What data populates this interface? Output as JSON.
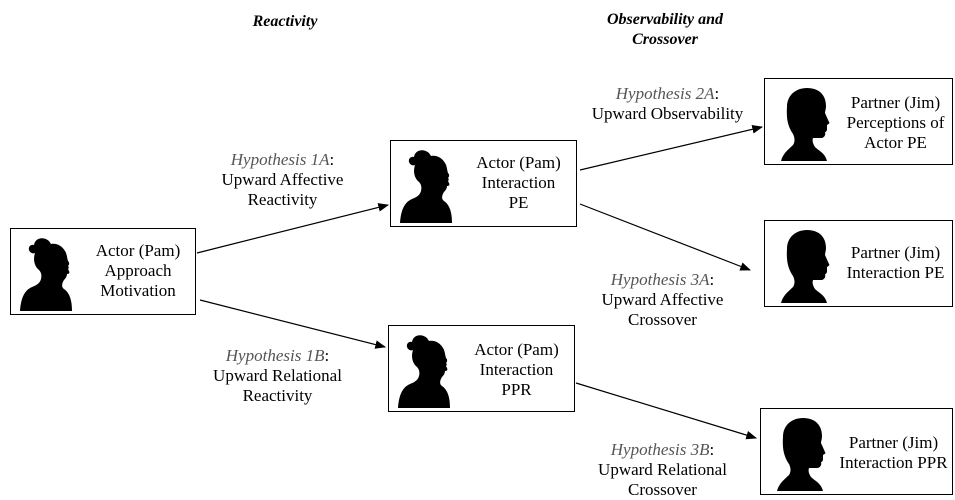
{
  "headers": {
    "reactivity": "Reactivity",
    "observability_line1": "Observability and",
    "observability_line2": "Crossover"
  },
  "boxes": {
    "actor_approach": {
      "line1": "Actor (Pam)",
      "line2": "Approach",
      "line3": "Motivation",
      "icon": "female-silhouette-icon"
    },
    "actor_pe": {
      "line1": "Actor (Pam)",
      "line2": "Interaction",
      "line3": "PE",
      "icon": "female-silhouette-icon"
    },
    "actor_ppr": {
      "line1": "Actor (Pam)",
      "line2": "Interaction",
      "line3": "PPR",
      "icon": "female-silhouette-icon"
    },
    "partner_perceptions": {
      "line1": "Partner (Jim)",
      "line2": "Perceptions of",
      "line3": "Actor PE",
      "icon": "male-silhouette-icon"
    },
    "partner_pe": {
      "line1": "Partner (Jim)",
      "line2": "Interaction PE",
      "icon": "male-silhouette-icon"
    },
    "partner_ppr": {
      "line1": "Partner (Jim)",
      "line2": "Interaction PPR",
      "icon": "male-silhouette-icon"
    }
  },
  "hypotheses": {
    "h1a": {
      "title": "Hypothesis 1A",
      "line2": "Upward Affective",
      "line3": "Reactivity"
    },
    "h1b": {
      "title": "Hypothesis 1B",
      "line2": "Upward Relational",
      "line3": "Reactivity"
    },
    "h2a": {
      "title": "Hypothesis 2A",
      "line2": "Upward Observability"
    },
    "h3a": {
      "title": "Hypothesis 3A",
      "line2": "Upward Affective",
      "line3": "Crossover"
    },
    "h3b": {
      "title": "Hypothesis 3B",
      "line2": "Upward Relational",
      "line3": "Crossover"
    }
  },
  "colors": {
    "line": "#000000",
    "hypothesis_title": "#555555",
    "silhouette": "#000000"
  }
}
